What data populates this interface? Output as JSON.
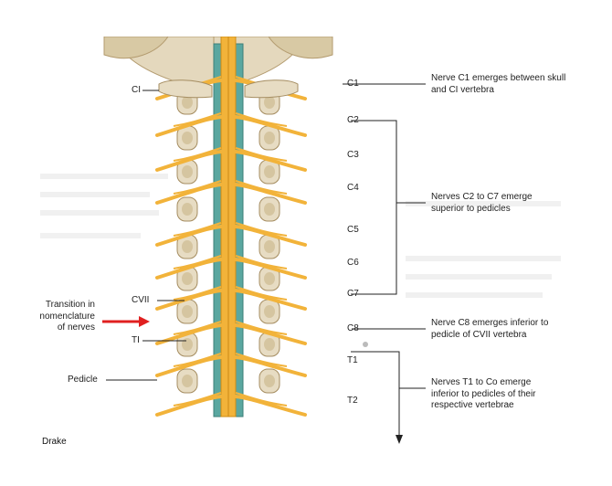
{
  "source_label": "Drake",
  "left_labels": {
    "ci": "CI",
    "cvii": "CVII",
    "ti": "TI",
    "pedicle": "Pedicle",
    "transition": "Transition in\nnomenclature\nof nerves"
  },
  "nerve_labels": [
    "C1",
    "C2",
    "C3",
    "C4",
    "C5",
    "C6",
    "C7",
    "C8",
    "T1",
    "T2"
  ],
  "notes": {
    "c1": "Nerve C1 emerges between skull and CI vertebra",
    "c2_c7": "Nerves C2 to C7 emerge superior to pedicles",
    "c8": "Nerve C8 emerges inferior to pedicle of CVII vertebra",
    "t1_co": "Nerves T1 to Co emerge inferior to pedicles of their respective vertebrae"
  },
  "colors": {
    "nerve": "#f2b33a",
    "bone": "#e7dcc3",
    "cord_sheath": "#5aa7a0",
    "arrow": "#e02020"
  }
}
